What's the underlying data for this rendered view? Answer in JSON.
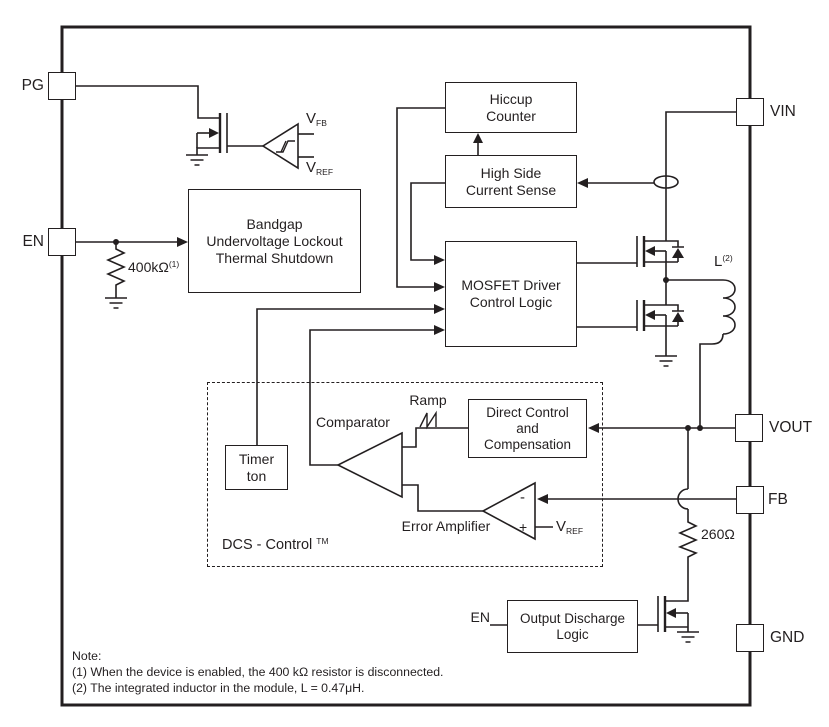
{
  "diagram": {
    "colors": {
      "line": "#231f20",
      "background": "#ffffff"
    },
    "pins": {
      "pg": "PG",
      "en": "EN",
      "vin": "VIN",
      "vout": "VOUT",
      "fb": "FB",
      "gnd": "GND"
    },
    "blocks": {
      "bandgap": {
        "lines": [
          "Bandgap",
          "Undervoltage Lockout",
          "Thermal Shutdown"
        ]
      },
      "hiccup": {
        "lines": [
          "Hiccup",
          "Counter"
        ]
      },
      "high_side_sense": {
        "lines": [
          "High Side",
          "Current Sense"
        ]
      },
      "mosfet_driver": {
        "lines": [
          "MOSFET Driver",
          "Control Logic"
        ]
      },
      "direct_control": {
        "lines": [
          "Direct Control",
          "and",
          "Compensation"
        ]
      },
      "timer": {
        "lines": [
          "Timer",
          "ton"
        ]
      },
      "output_discharge": {
        "lines": [
          "Output Discharge",
          "Logic"
        ]
      }
    },
    "labels": {
      "vfb_main": "V",
      "vfb_sub": "FB",
      "vref_main": "V",
      "vref_sub": "REF",
      "en_resistor_value": "400kΩ",
      "en_resistor_sup": "(1)",
      "comparator": "Comparator",
      "ramp": "Ramp",
      "error_amplifier": "Error Amplifier",
      "ea_minus": "-",
      "ea_plus": "+",
      "ea_vref_main": "V",
      "ea_vref_sub": "REF",
      "dcs_control": "DCS - Control",
      "dcs_tm": "TM",
      "inductor_main": "L",
      "inductor_sup": "(2)",
      "fb_resistor_value": "260Ω",
      "discharge_en": "EN"
    },
    "note": {
      "title": "Note:",
      "line1": "(1) When the device is enabled, the 400 kΩ resistor is disconnected.",
      "line2": "(2) The integrated inductor in the module, L = 0.47μH."
    }
  }
}
